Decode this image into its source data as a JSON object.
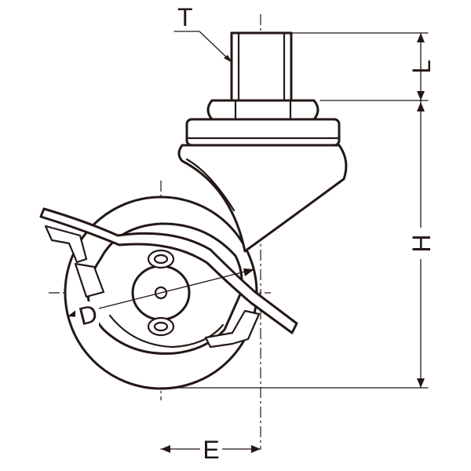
{
  "labels": {
    "thread": "T",
    "thread_length": "L",
    "height": "H",
    "wheel_diameter": "D",
    "offset": "E"
  }
}
